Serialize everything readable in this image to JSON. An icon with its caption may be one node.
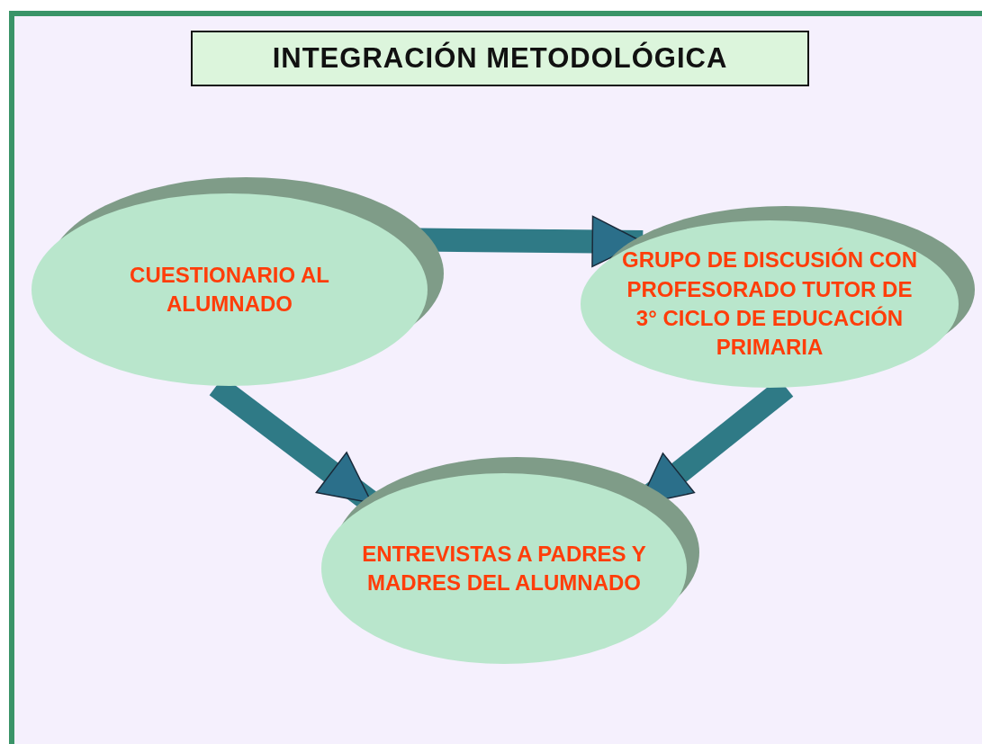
{
  "diagram": {
    "title": "INTEGRACIÓN METODOLÓGICA",
    "nodes": [
      {
        "text": [
          "CUESTIONARIO AL ALUMNADO"
        ]
      },
      {
        "text": [
          "GRUPO DE DISCUSIÓN CON PROFESORADO TUTOR DE 3° CICLO DE EDUCACIÓN PRIMARIA"
        ]
      },
      {
        "text": [
          "ENTREVISTAS A PADRES Y MADRES DEL ALUMNADO"
        ]
      }
    ],
    "edges": [
      {
        "from": 0,
        "to": 1,
        "arrow": "to"
      },
      {
        "from": 0,
        "to": 2,
        "arrow": "to"
      },
      {
        "from": 1,
        "to": 2,
        "arrow": "to"
      }
    ]
  }
}
